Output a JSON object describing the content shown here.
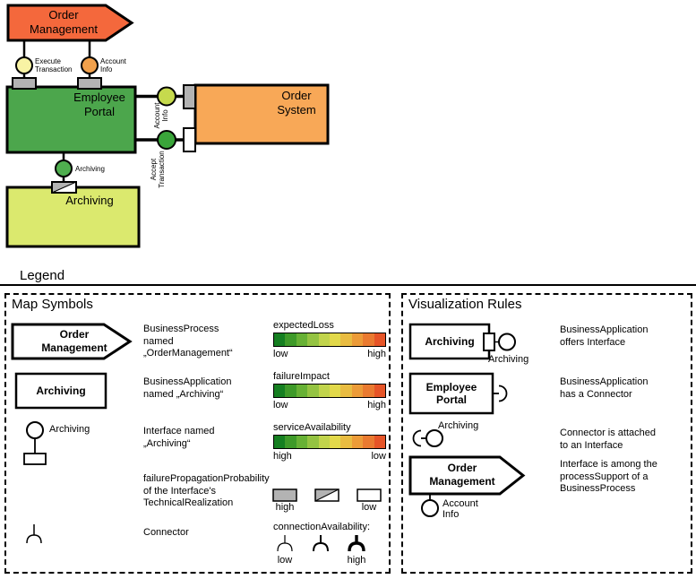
{
  "colors": {
    "order_management": "#F4683C",
    "employee_portal": "#4CA64C",
    "order_system": "#F8A857",
    "archiving": "#DBE96E",
    "interface_execute_transaction": "#F8F3A4",
    "interface_account_info_process": "#F2A14C",
    "interface_account_info": "#C6DA4D",
    "interface_accept_transaction": "#3AA53A",
    "interface_archiving": "#4FAF4F",
    "port_gray": "#B3B3B3",
    "gradient": [
      "#157F21",
      "#3E9A29",
      "#67B135",
      "#94C342",
      "#C1D44C",
      "#E2D94A",
      "#E9BC41",
      "#EC9B38",
      "#EA7A30",
      "#E65427"
    ]
  },
  "diagram": {
    "order_management": [
      "Order",
      "Management"
    ],
    "execute_transaction": [
      "Execute",
      "Transaction"
    ],
    "account_info_process": [
      "Account",
      "Info"
    ],
    "employee_portal": [
      "Employee",
      "Portal"
    ],
    "account_info": [
      "Account",
      "Info"
    ],
    "accept_transaction": [
      "Accept",
      "Transaction"
    ],
    "order_system": [
      "Order",
      "System"
    ],
    "archiving_interface": "Archiving",
    "archiving": "Archiving"
  },
  "legend": {
    "title": "Legend",
    "map": {
      "title": "Map Symbols",
      "process_symbol": [
        "Order",
        "Management"
      ],
      "process_desc": [
        "BusinessProcess",
        "named",
        "„OrderManagement“"
      ],
      "app_symbol": "Archiving",
      "app_desc": [
        "BusinessApplication",
        "named „Archiving“"
      ],
      "interface_label": "Archiving",
      "interface_desc": [
        "Interface named",
        "„Archiving“"
      ],
      "fpp_desc": [
        "failurePropagationProbability",
        "of the Interface's",
        "TechnicalRealization"
      ],
      "fpp_high": "high",
      "fpp_low": "low",
      "connector_desc": "Connector",
      "conn_avail_title": "connectionAvailability:",
      "conn_avail_low": "low",
      "conn_avail_high": "high",
      "scales": [
        {
          "title": "expectedLoss",
          "left": "low",
          "right": "high"
        },
        {
          "title": "failureImpact",
          "left": "low",
          "right": "high"
        },
        {
          "title": "serviceAvailability",
          "left": "high",
          "right": "low"
        }
      ]
    },
    "rules": {
      "title": "Visualization Rules",
      "offers_symbol": "Archiving",
      "offers_interface_label": "Archiving",
      "offers_desc": [
        "BusinessApplication",
        "offers Interface"
      ],
      "connector_symbol": [
        "Employee",
        "Portal"
      ],
      "connector_desc": [
        "BusinessApplication",
        "has a Connector"
      ],
      "attached_label": "Archiving",
      "attached_desc": [
        "Connector is attached",
        "to an Interface"
      ],
      "support_symbol": [
        "Order",
        "Management"
      ],
      "support_interface_label": [
        "Account",
        "Info"
      ],
      "support_desc": [
        "Interface is among the",
        "processSupport of a",
        "BusinessProcess"
      ]
    }
  }
}
